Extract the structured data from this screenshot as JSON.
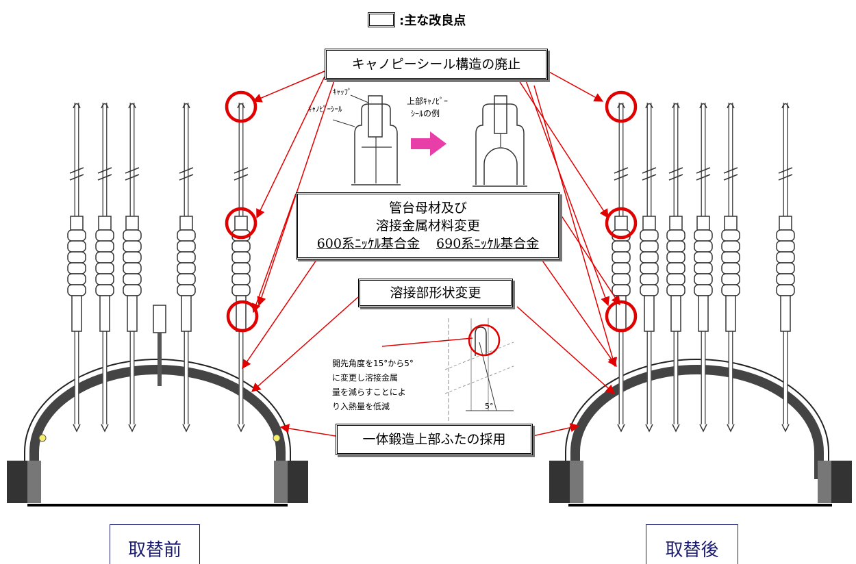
{
  "legend": {
    "text": ":主な改良点"
  },
  "callouts": {
    "canopy": "キャノピーシール構造の廃止",
    "material": {
      "line1": "管台母材及び",
      "line2": "溶接金属材料変更",
      "old": "600系ﾆｯｹﾙ基合金",
      "new": "690系ﾆｯｹﾙ基合金"
    },
    "weld_shape": "溶接部形状変更",
    "forging": "一体鍛造上部ふたの採用"
  },
  "inset": {
    "cap_label": "ｷｬｯﾌﾟ",
    "seal_label": "ｷｬﾉﾋﾟｰｼｰﾙ",
    "example_line1": "上部ｷｬﾉﾋﾟｰ",
    "example_line2": "ｼｰﾙの例"
  },
  "weld_note": {
    "lines": [
      "開先角度を15°から5°",
      "に変更し溶接金属",
      "量を減らすことによ",
      "り入熱量を低減"
    ],
    "angle_label": "5°"
  },
  "labels": {
    "before": "取替前",
    "after": "取替後"
  },
  "colors": {
    "marker": "#e00000",
    "label_border": "#1a1a6e",
    "arrow": "#e83ea8"
  }
}
